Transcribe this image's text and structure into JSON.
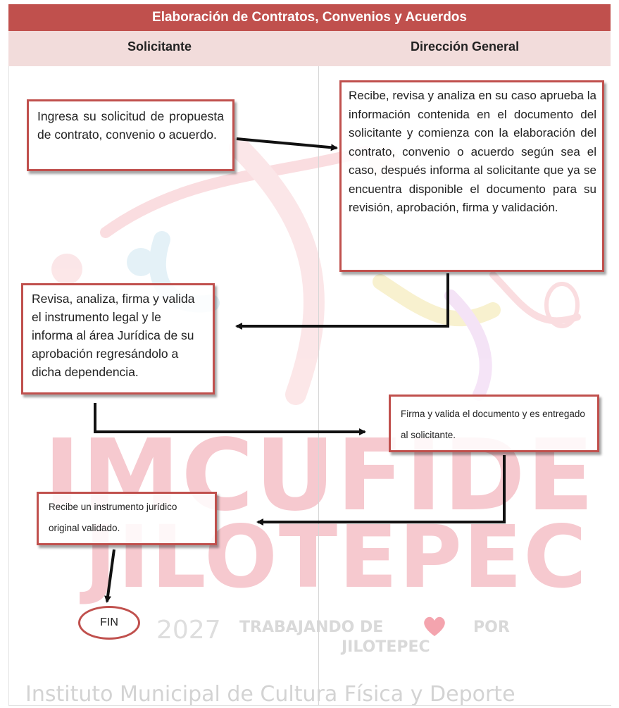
{
  "header": {
    "title": "Elaboración de Contratos, Convenios y Acuerdos"
  },
  "lanes": [
    {
      "label": "Solicitante"
    },
    {
      "label": "Dirección General"
    }
  ],
  "steps": [
    {
      "text": "Ingresa su solicitud de propuesta de contrato, convenio o acuerdo."
    },
    {
      "text": "Recibe, revisa y analiza en su caso aprueba la información contenida en el documento del solicitante y comienza con la elaboración del contrato, convenio o acuerdo según sea el caso, después informa al solicitante que ya se encuentra disponible el documento para su revisión, aprobación, firma y validación."
    },
    {
      "text": "Revisa, analiza, firma y valida el instrumento legal y le informa al área Jurídica de su aprobación regresándolo a dicha dependencia."
    },
    {
      "text": "Firma y valida el documento y es entregado al solicitante."
    },
    {
      "text": "Recibe un instrumento jurídico original validado."
    }
  ],
  "end": {
    "label": "FIN"
  },
  "watermark": {
    "line1": "IMCUFIDE",
    "line2": "JILOTEPEC",
    "years": "2027",
    "slogan1": "TRABAJANDO DE",
    "slogan2": "POR",
    "slogan3": "JILOTEPEC",
    "institution": "Instituto Municipal de Cultura Física y Deporte",
    "primary_color": "#f6c9cf",
    "heart_color": "#f4a4ae"
  },
  "colors": {
    "accent": "#c0504d",
    "lane_header": "#f2dcdb"
  }
}
